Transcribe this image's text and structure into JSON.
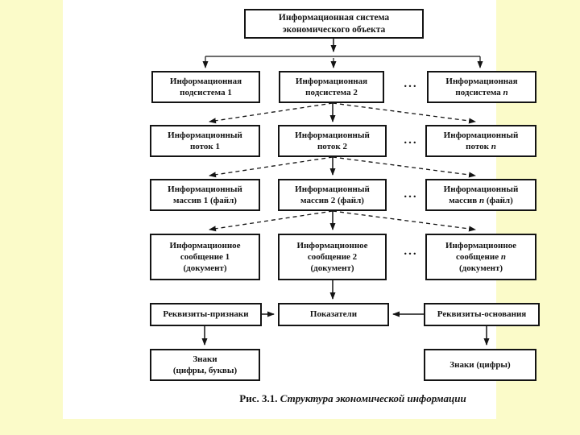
{
  "colors": {
    "slide_bg": "#fbfbc9",
    "figure_bg": "#ffffff",
    "ink": "#141414"
  },
  "figure": {
    "root": {
      "line1": "Информационная система",
      "line2": "экономического объекта"
    },
    "ellipsis": "...",
    "subsystems": [
      {
        "line1": "Информационная",
        "line2": "подсистема 1"
      },
      {
        "line1": "Информационная",
        "line2": "подсистема 2"
      },
      {
        "line1": "Информационная",
        "line2_pre": "подсистема",
        "line2_italic": "n"
      }
    ],
    "flows": [
      {
        "line1": "Информационный",
        "line2": "поток 1"
      },
      {
        "line1": "Информационный",
        "line2": "поток 2"
      },
      {
        "line1": "Информационный",
        "line2_pre": "поток",
        "line2_italic": "n"
      }
    ],
    "arrays": [
      {
        "line1": "Информационный",
        "line2": "массив 1 (файл)"
      },
      {
        "line1": "Информационный",
        "line2": "массив 2 (файл)"
      },
      {
        "line1": "Информационный",
        "line2_pre": "массив",
        "line2_italic": "n",
        "line2_post": "(файл)"
      }
    ],
    "messages": [
      {
        "line1": "Информационное",
        "line2": "сообщение 1",
        "line3": "(документ)"
      },
      {
        "line1": "Информационное",
        "line2": "сообщение 2",
        "line3": "(документ)"
      },
      {
        "line1": "Информационное",
        "line2_pre": "сообщение",
        "line2_italic": "n",
        "line3": "(документ)"
      }
    ],
    "requisites": {
      "left": "Реквизиты-признаки",
      "center": "Показатели",
      "right": "Реквизиты-основания"
    },
    "signs": {
      "left_line1": "Знаки",
      "left_line2": "(цифры, буквы)",
      "right": "Знаки (цифры)"
    }
  },
  "caption": {
    "number": "Рис. 3.1.",
    "title": "Структура экономической информации"
  }
}
